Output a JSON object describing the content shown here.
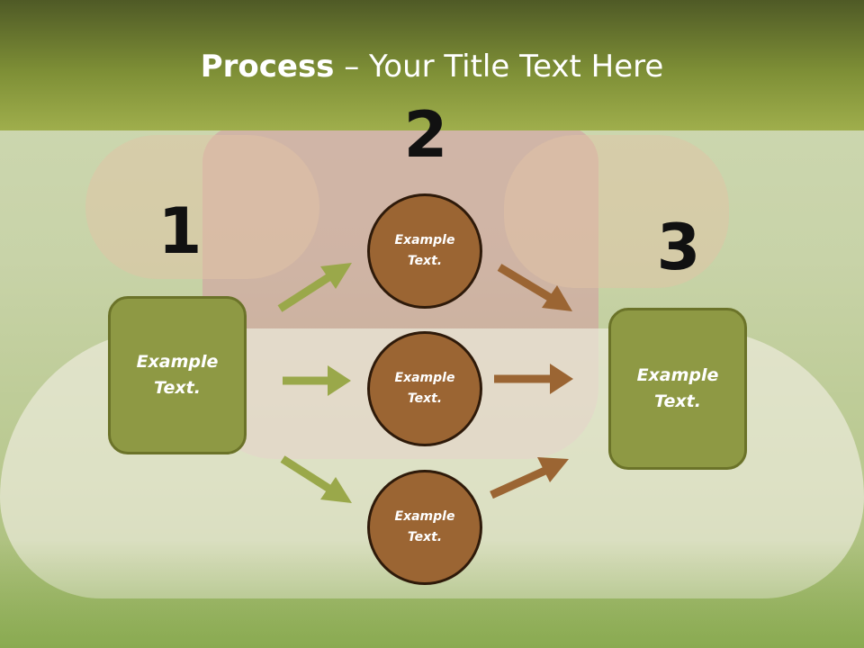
{
  "title": {
    "bold": "Process",
    "rest": " – Your Title Text Here"
  },
  "numbers": [
    "1",
    "2",
    "3"
  ],
  "left_box": {
    "text": "Example\nText."
  },
  "right_box": {
    "text": "Example\nText."
  },
  "circles": [
    {
      "text": "Example\nText."
    },
    {
      "text": "Example\nText."
    },
    {
      "text": "Example\nText."
    }
  ],
  "colors": {
    "title_bar": "#7e8f36",
    "box_fill": "#8e9944",
    "circle_fill": "#9b6533",
    "green_arrow": "#9aa84a",
    "brown_arrow": "#9b6533"
  }
}
